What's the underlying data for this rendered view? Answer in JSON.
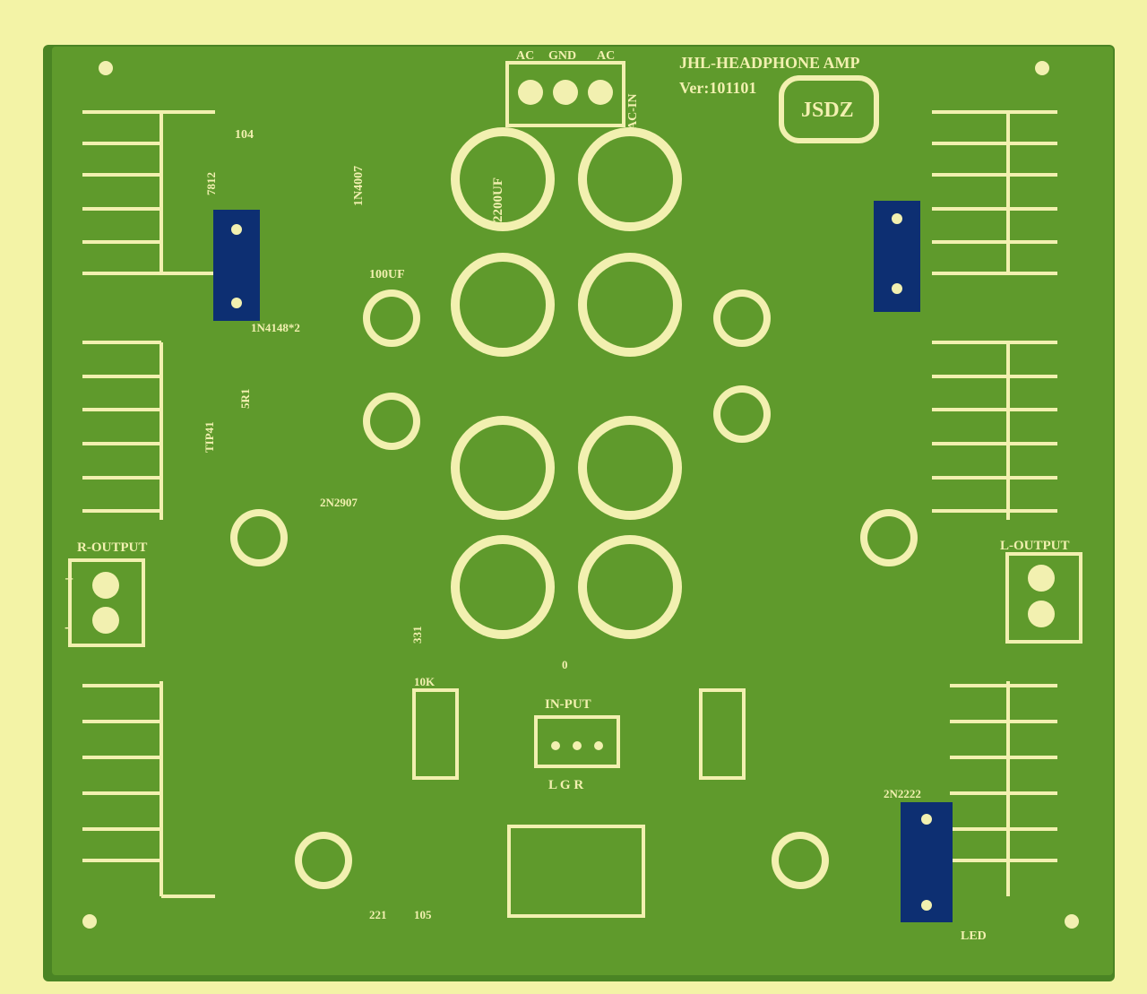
{
  "colors": {
    "background": "#f3f3a6",
    "pcb": "#5f9a2c",
    "pcb_edge": "#4a8424",
    "silkscreen": "#f2f0b0",
    "highlight": "#0d2f72"
  },
  "board": {
    "title": "JHL-HEADPHONE AMP",
    "version": "Ver:101101",
    "brand": "JSDZ"
  },
  "power_terminal": {
    "labels": [
      "AC",
      "GND",
      "AC"
    ],
    "name": "AC-IN"
  },
  "labels": {
    "c104": "104",
    "diode": "1N4007",
    "cap_2200": "2200UF",
    "cap_100": "100UF",
    "reg": "7812",
    "diodes_1n4148": "1N4148*2",
    "res_5r1": "5R1",
    "tip41": "TIP41",
    "q_2n2907": "2N2907",
    "q_2n2222": "2N2222",
    "r_output": "R-OUTPUT",
    "l_output": "L-OUTPUT",
    "c331": "331",
    "zero": "0",
    "pot_10k": "10K",
    "input": "IN-PUT",
    "input_pins": "L G R",
    "c221": "221",
    "c105": "105",
    "led": "LED",
    "plus": "+",
    "minus": "-"
  }
}
